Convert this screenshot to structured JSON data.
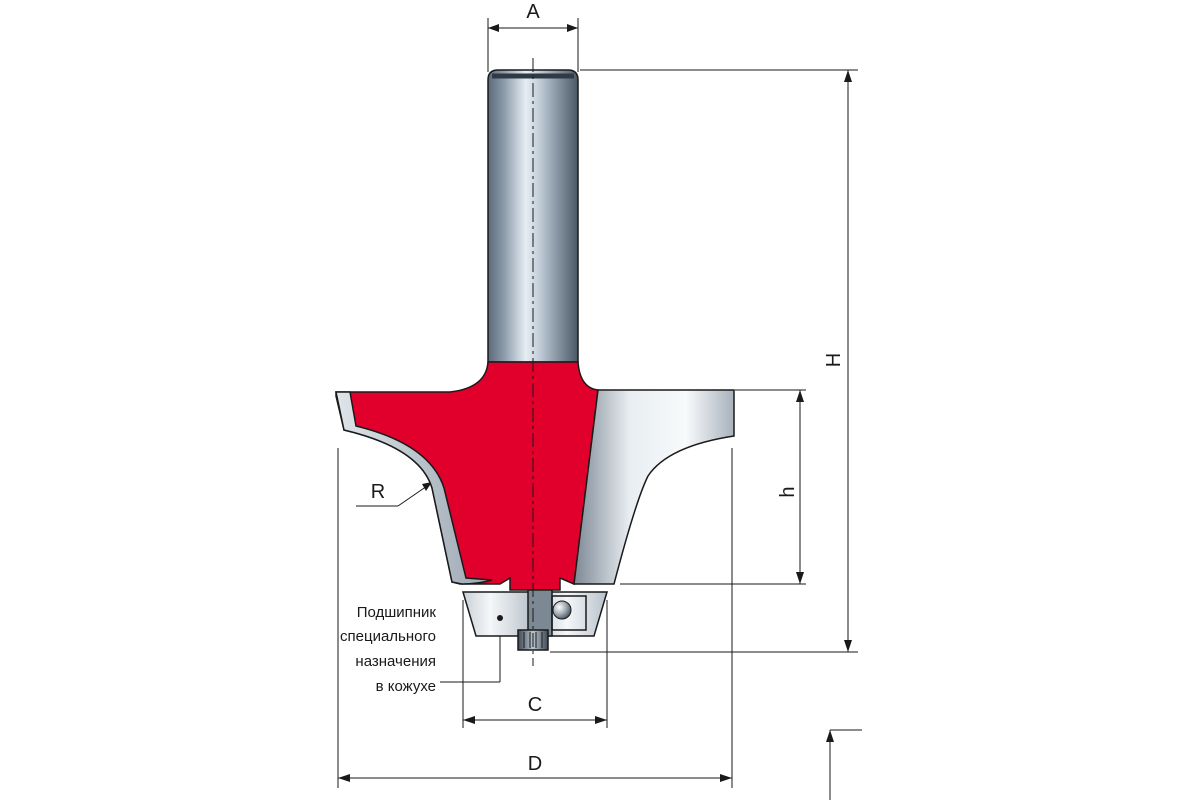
{
  "dimensions": {
    "a": "A",
    "h_total": "H",
    "h_cut": "h",
    "r": "R",
    "c": "C",
    "d": "D"
  },
  "bearing_note": {
    "line1": "Подшипник",
    "line2": "специального",
    "line3": "назначения",
    "line4": "в кожухе"
  },
  "colors": {
    "cutter_body": "#e0002b",
    "carbide_light": "#f2f4f6",
    "carbide_dark": "#8e9aa6",
    "shank_light": "#dde6ee",
    "shank_dark": "#4e5e6c",
    "line": "#1a1a1a"
  }
}
